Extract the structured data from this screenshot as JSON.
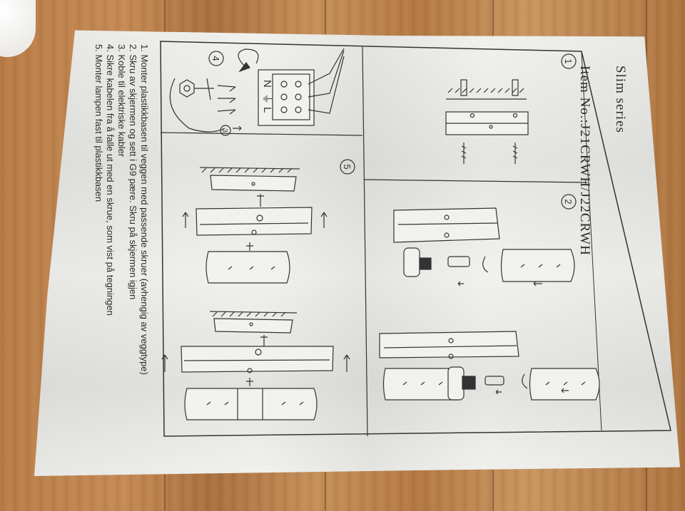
{
  "image": {
    "scene": "Folded instruction sheet for a wall lamp lying on a wooden table, photographed from above and rotated 90 degrees",
    "colors": {
      "wood": "#b77d4a",
      "paper": "#f1f1ee",
      "ink": "#2a2a2a"
    }
  },
  "sheet": {
    "series": "Slim series",
    "item_no": "Item No.:J21CRWH/J22CRWH",
    "steps": [
      {
        "number": "1"
      },
      {
        "number": "2"
      },
      {
        "number": "4",
        "terminals": [
          "N",
          "⏚",
          "L"
        ],
        "sub_number": "3"
      },
      {
        "number": "5"
      }
    ],
    "instructions": [
      "1. Monter plastikkbasen til veggen med passende skruer (avhengig av veggtype)",
      "2. Skru av skjermen og sett i G9 pære. Skru på skjermen igjen",
      "3. Koble til elektriske kabler",
      "4. Sikre kabelen fra å falle ut med en skrue, som vist på tegningen",
      "5. Monter lampen fast til plastikkbasen"
    ]
  }
}
